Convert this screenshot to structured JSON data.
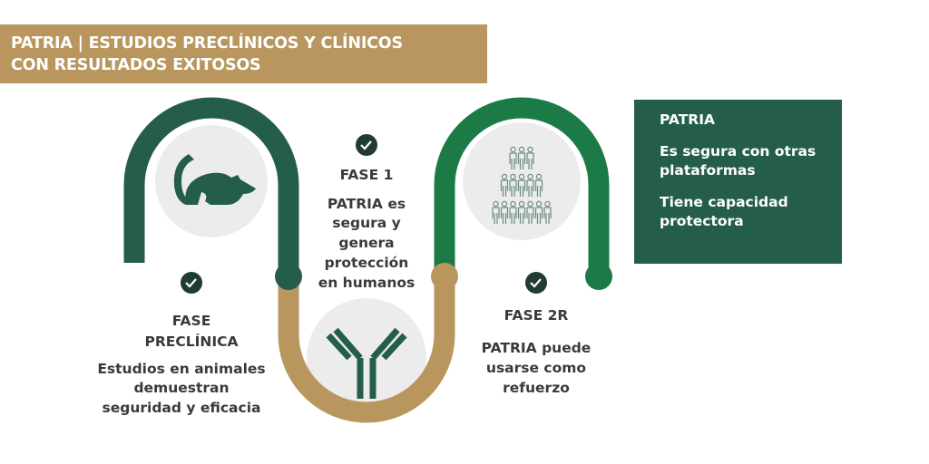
{
  "title": {
    "line1": "PATRIA | ESTUDIOS PRECLÍNICOS Y CLÍNICOS",
    "line2": "CON RESULTADOS EXITOSOS"
  },
  "colors": {
    "gold": "#b8965e",
    "dark_green": "#245e4a",
    "bright_green": "#1b7a45",
    "check": "#1f3b33"
  },
  "stages": [
    {
      "name": "FASE",
      "name2": "PRECLÍNICA",
      "icon": "rat-icon",
      "desc": [
        "Estudios en animales",
        "demuestran",
        "seguridad y eficacia"
      ]
    },
    {
      "name": "FASE 1",
      "icon": "antibody-icon",
      "desc": [
        "PATRIA es",
        "segura y",
        "genera",
        "protección",
        "en humanos"
      ]
    },
    {
      "name": "FASE 2R",
      "icon": "people-group-icon",
      "desc": [
        "PATRIA puede",
        "usarse como",
        "refuerzo"
      ]
    }
  ],
  "summary": {
    "heading": "PATRIA",
    "point1": "Es segura con otras plataformas",
    "point2": "Tiene capacidad protectora"
  }
}
